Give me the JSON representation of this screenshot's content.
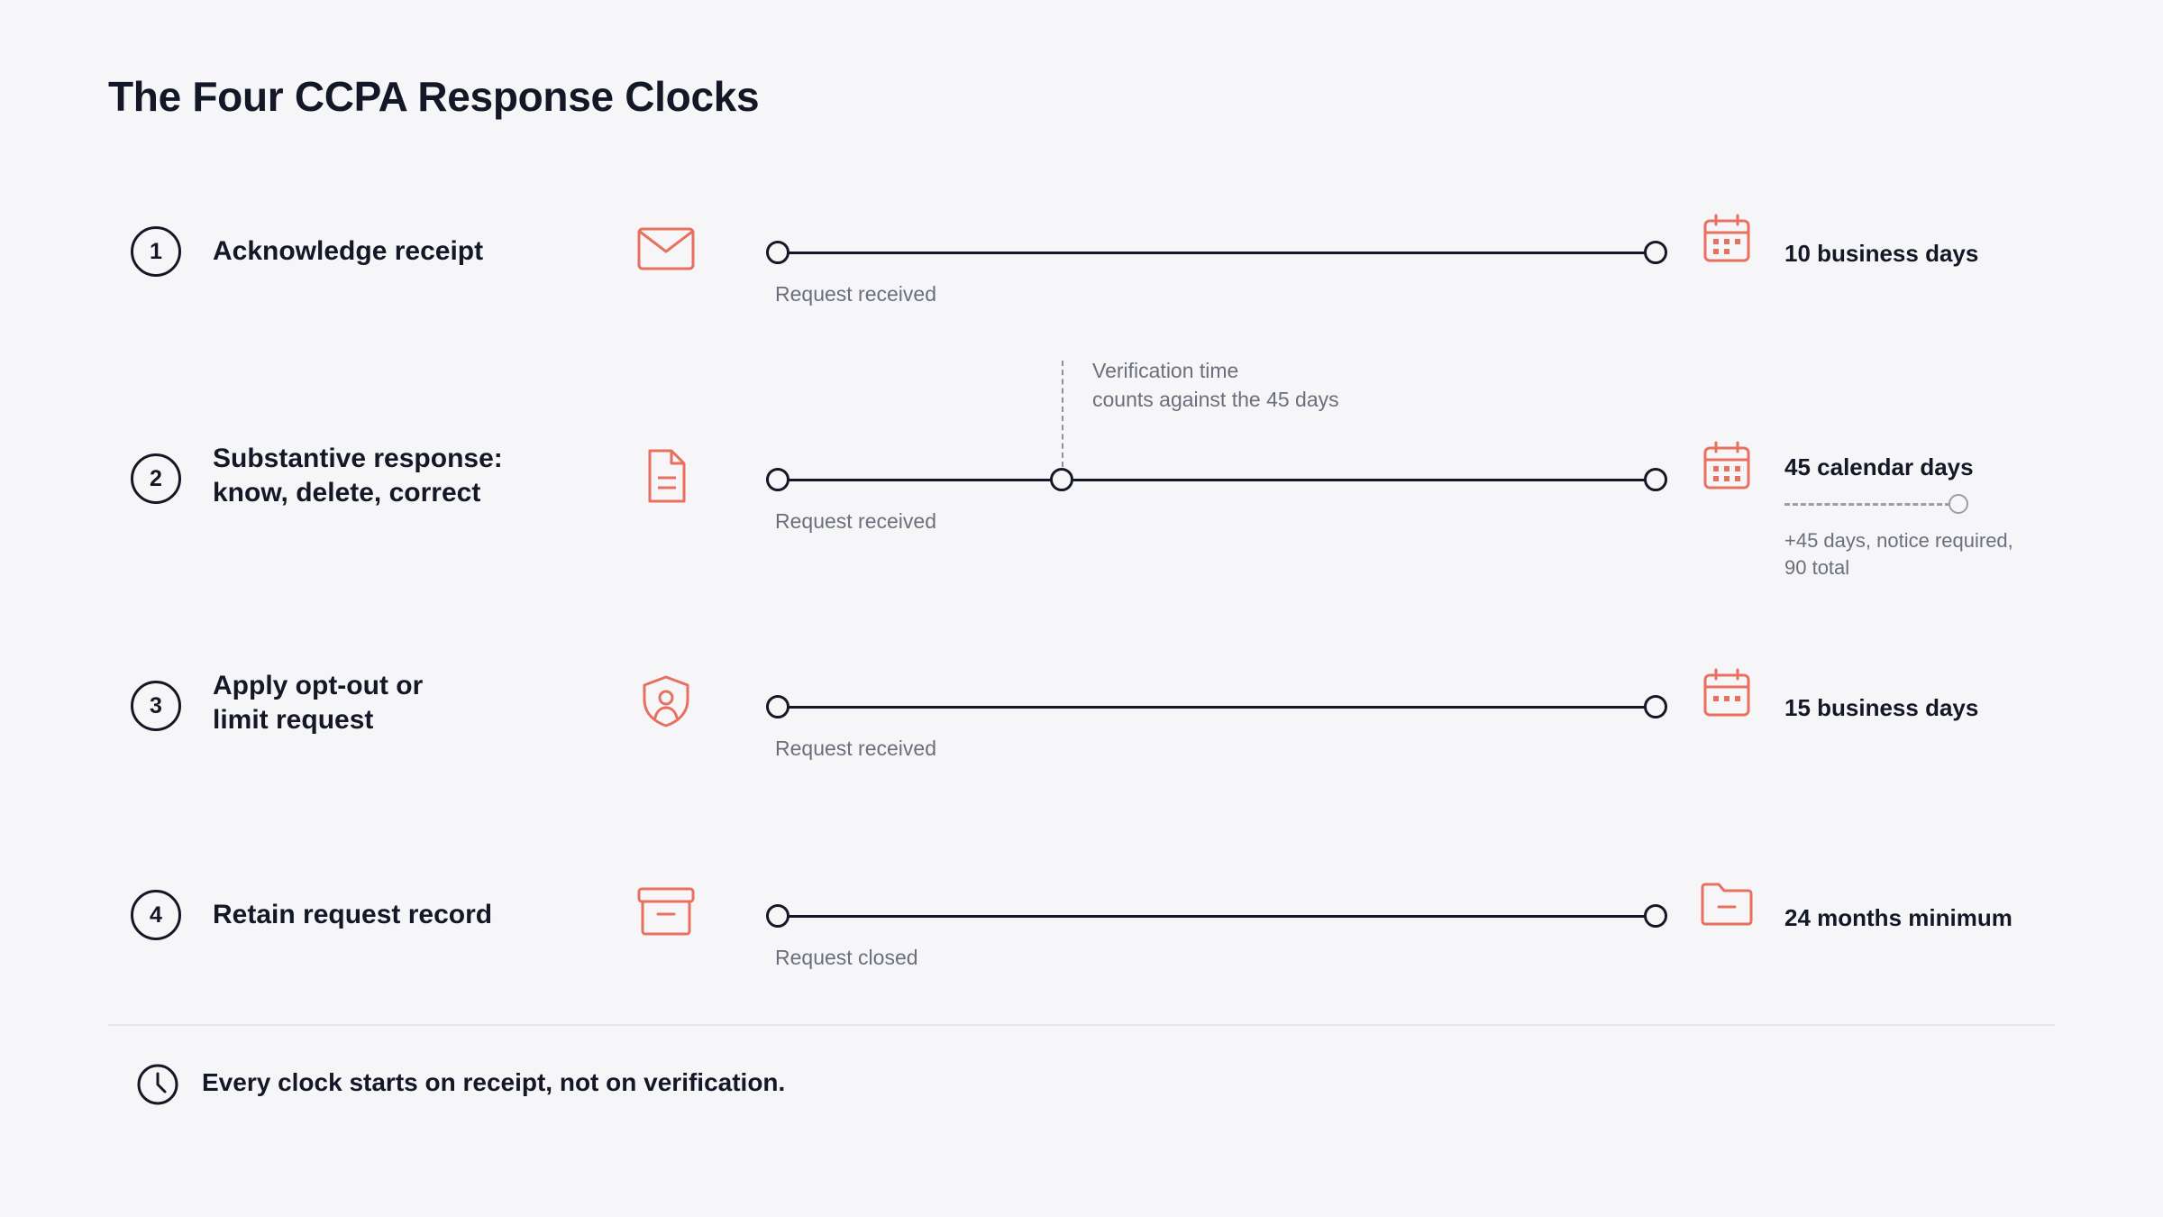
{
  "title": "The Four CCPA Response Clocks",
  "colors": {
    "accent": "#e8705f",
    "ink": "#141826",
    "muted": "#6b6f7c"
  },
  "clocks": [
    {
      "number": "1",
      "label_lines": [
        "Acknowledge receipt"
      ],
      "icon": "envelope-icon",
      "start_label": "Request received",
      "end_icon": "calendar-icon",
      "deadline": "10 business days"
    },
    {
      "number": "2",
      "label_lines": [
        "Substantive response:",
        "know, delete, correct"
      ],
      "icon": "document-icon",
      "start_label": "Request received",
      "end_icon": "calendar-icon",
      "deadline": "45 calendar days",
      "verification_note": [
        "Verification time",
        "counts against the 45 days"
      ],
      "extension_note": [
        "+45 days, notice required,",
        "90 total"
      ]
    },
    {
      "number": "3",
      "label_lines": [
        "Apply opt-out or",
        "limit request"
      ],
      "icon": "shield-user-icon",
      "start_label": "Request received",
      "end_icon": "calendar-icon",
      "deadline": "15 business days"
    },
    {
      "number": "4",
      "label_lines": [
        "Retain request record"
      ],
      "icon": "archive-box-icon",
      "start_label": "Request closed",
      "end_icon": "folder-icon",
      "deadline": "24 months minimum"
    }
  ],
  "footer": {
    "icon": "clock-icon",
    "text": "Every clock starts on receipt, not on verification."
  }
}
